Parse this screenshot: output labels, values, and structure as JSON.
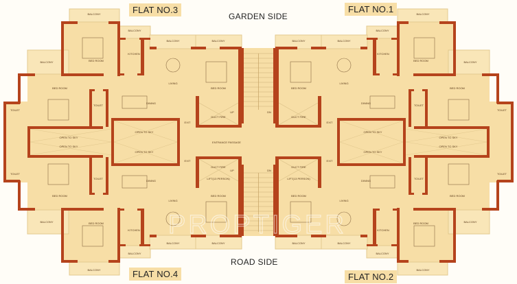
{
  "headings": {
    "garden_side": "GARDEN SIDE",
    "road_side": "ROAD SIDE"
  },
  "flats": [
    {
      "name": "FLAT NO.3",
      "position": "top-left"
    },
    {
      "name": "FLAT NO.1",
      "position": "top-right"
    },
    {
      "name": "FLAT NO.4",
      "position": "bottom-left"
    },
    {
      "name": "FLAT NO.2",
      "position": "bottom-right"
    }
  ],
  "room_labels": {
    "balcony": "BALCONY",
    "bed_room": "BED ROOM",
    "kitchen": "KITCHEN",
    "living": "LIVING",
    "dining": "DINING",
    "toilet": "TOILET",
    "duct": "DUCT FIRE",
    "open_to_sky": "OPEN TO SKY",
    "lift": "LIFT(13 PERSON)",
    "exit": "EXIT",
    "up": "UP",
    "dn": "DN",
    "passage": "ENTRANCE PASSAGE"
  },
  "watermark": "PROPTIGER",
  "colors": {
    "wall": "#b5431c",
    "floor": "#f7dea6",
    "balcony": "#f9e6b8",
    "balcony_edge": "#e3c98f"
  }
}
